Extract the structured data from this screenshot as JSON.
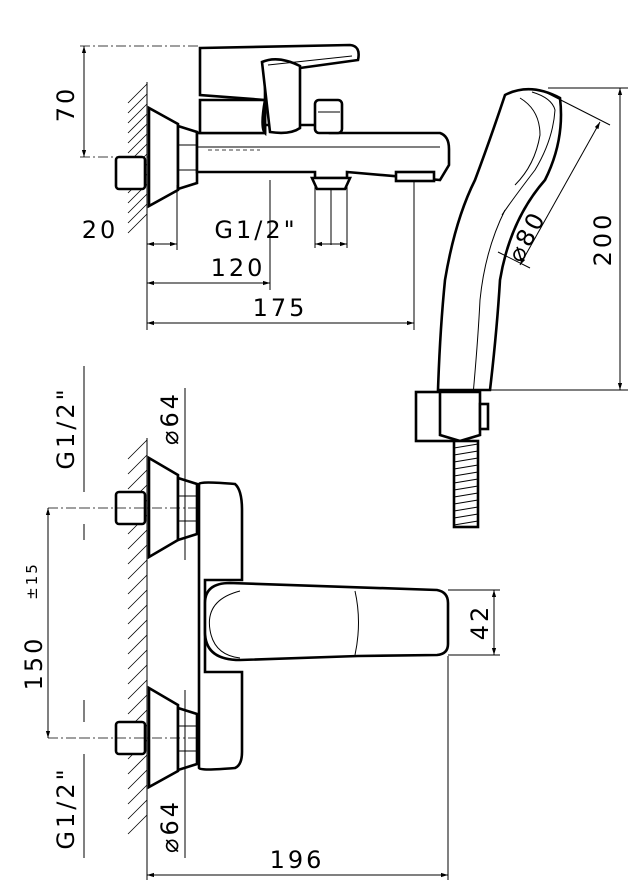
{
  "top_view": {
    "dim_height": "70",
    "dim_wall": "20",
    "dim_thread": "G1/2\"",
    "dim_depth_1": "120",
    "dim_depth_2": "175"
  },
  "hand_shower": {
    "dim_diameter": "⌀80",
    "dim_length": "200"
  },
  "front_view": {
    "thread_top": "G1/2\"",
    "thread_bottom": "G1/2\"",
    "flange_top": "⌀64",
    "flange_bottom": "⌀64",
    "center_distance": "150",
    "center_tolerance": "±15",
    "handle_height": "42",
    "overall_width": "196"
  }
}
